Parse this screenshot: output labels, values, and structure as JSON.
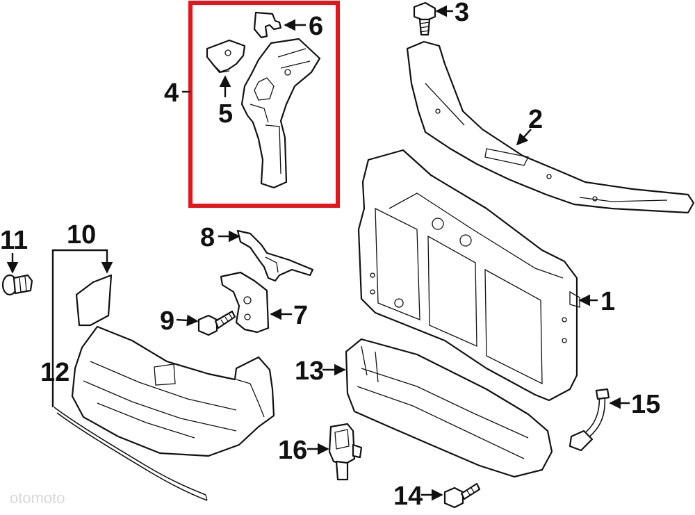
{
  "diagram": {
    "highlight_color": "#e8131b",
    "line_color": "#111111",
    "background": "#ffffff",
    "callouts": [
      {
        "id": "c1",
        "text": "1"
      },
      {
        "id": "c2",
        "text": "2"
      },
      {
        "id": "c3",
        "text": "3"
      },
      {
        "id": "c4",
        "text": "4"
      },
      {
        "id": "c5",
        "text": "5"
      },
      {
        "id": "c6",
        "text": "6"
      },
      {
        "id": "c7",
        "text": "7"
      },
      {
        "id": "c8",
        "text": "8"
      },
      {
        "id": "c9",
        "text": "9"
      },
      {
        "id": "c10",
        "text": "10"
      },
      {
        "id": "c11",
        "text": "11"
      },
      {
        "id": "c12",
        "text": "12"
      },
      {
        "id": "c13",
        "text": "13"
      },
      {
        "id": "c14",
        "text": "14"
      },
      {
        "id": "c15",
        "text": "15"
      },
      {
        "id": "c16",
        "text": "16"
      }
    ],
    "watermark": "otomoto"
  }
}
